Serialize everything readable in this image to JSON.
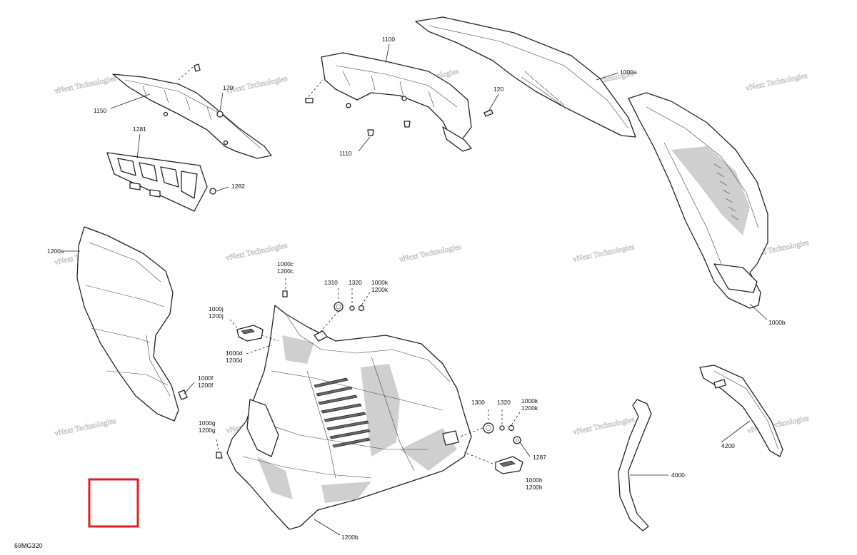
{
  "figure": {
    "code": "69MG320",
    "marker_color": "#e02020"
  },
  "watermark": {
    "line1": "vNext",
    "line2": "Technologies",
    "single": "vNext Technologies"
  },
  "callouts": {
    "p1100": "1100",
    "p1000a": "1000a",
    "p170": "170",
    "p1150": "1150",
    "p120": "120",
    "p1110": "1110",
    "p1281": "1281",
    "p1282": "1282",
    "p1200a": "1200a",
    "p1000c": "1000c",
    "p1200c": "1200c",
    "p1310": "1310",
    "p1320a": "1320",
    "p1000k_a": "1000k",
    "p1200k_a": "1200k",
    "p1000j": "1000j",
    "p1200j": "1200j",
    "p1000d": "1000d",
    "p1200d": "1200d",
    "p1000b": "1000b",
    "p1000f": "1000f",
    "p1200f": "1200f",
    "p1300": "1300",
    "p1320b": "1320",
    "p1000k_b": "1000k",
    "p1200k_b": "1200k",
    "p1000g": "1000g",
    "p1200g": "1200g",
    "p1287": "1287",
    "p4200": "4200",
    "p4000": "4000",
    "p1000h": "1000h",
    "p1200h": "1200h",
    "p1200b": "1200b"
  }
}
